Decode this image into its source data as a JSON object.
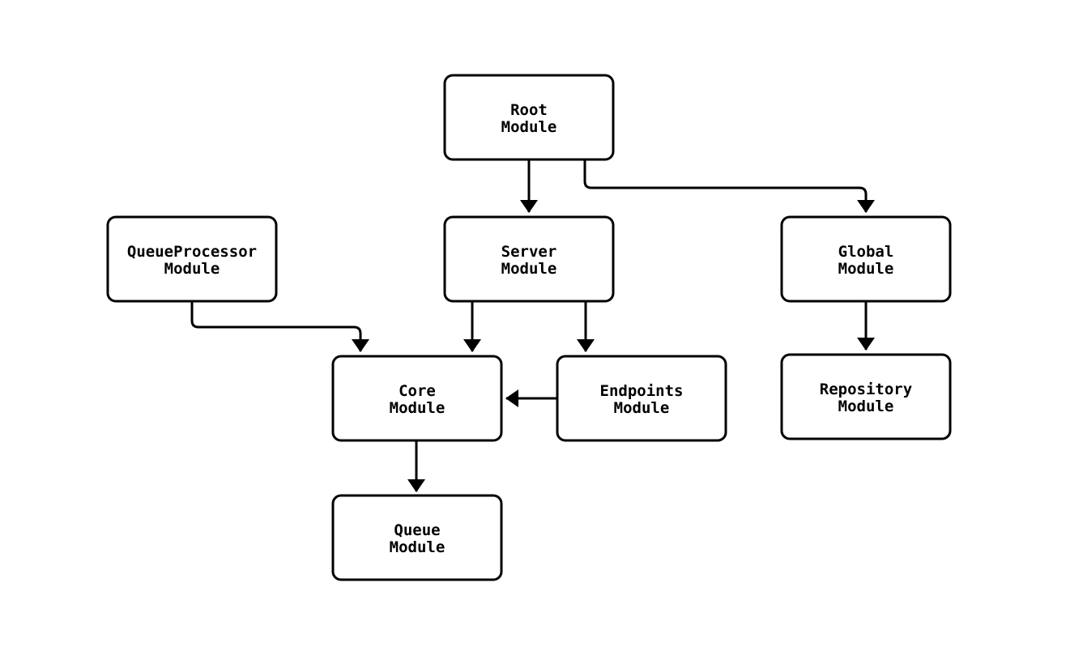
{
  "diagram": {
    "type": "flowchart",
    "description": "Module dependency graph",
    "colors": {
      "background": "#ffffff",
      "node_fill": "#ffffff",
      "node_border": "#000000",
      "edge": "#000000",
      "text": "#000000"
    },
    "nodes": {
      "root": {
        "line1": "Root",
        "line2": "Module",
        "label": "Root Module"
      },
      "queueprocessor": {
        "line1": "QueueProcessor",
        "line2": "Module",
        "label": "QueueProcessor Module"
      },
      "server": {
        "line1": "Server",
        "line2": "Module",
        "label": "Server Module"
      },
      "global": {
        "line1": "Global",
        "line2": "Module",
        "label": "Global Module"
      },
      "core": {
        "line1": "Core",
        "line2": "Module",
        "label": "Core Module"
      },
      "endpoints": {
        "line1": "Endpoints",
        "line2": "Module",
        "label": "Endpoints Module"
      },
      "repository": {
        "line1": "Repository",
        "line2": "Module",
        "label": "Repository Module"
      },
      "queue": {
        "line1": "Queue",
        "line2": "Module",
        "label": "Queue Module"
      }
    },
    "edges": [
      {
        "from": "Root Module",
        "to": "Server Module"
      },
      {
        "from": "Root Module",
        "to": "Global Module"
      },
      {
        "from": "QueueProcessor Module",
        "to": "Core Module"
      },
      {
        "from": "Server Module",
        "to": "Core Module"
      },
      {
        "from": "Server Module",
        "to": "Endpoints Module"
      },
      {
        "from": "Global Module",
        "to": "Repository Module"
      },
      {
        "from": "Endpoints Module",
        "to": "Core Module"
      },
      {
        "from": "Core Module",
        "to": "Queue Module"
      }
    ]
  }
}
